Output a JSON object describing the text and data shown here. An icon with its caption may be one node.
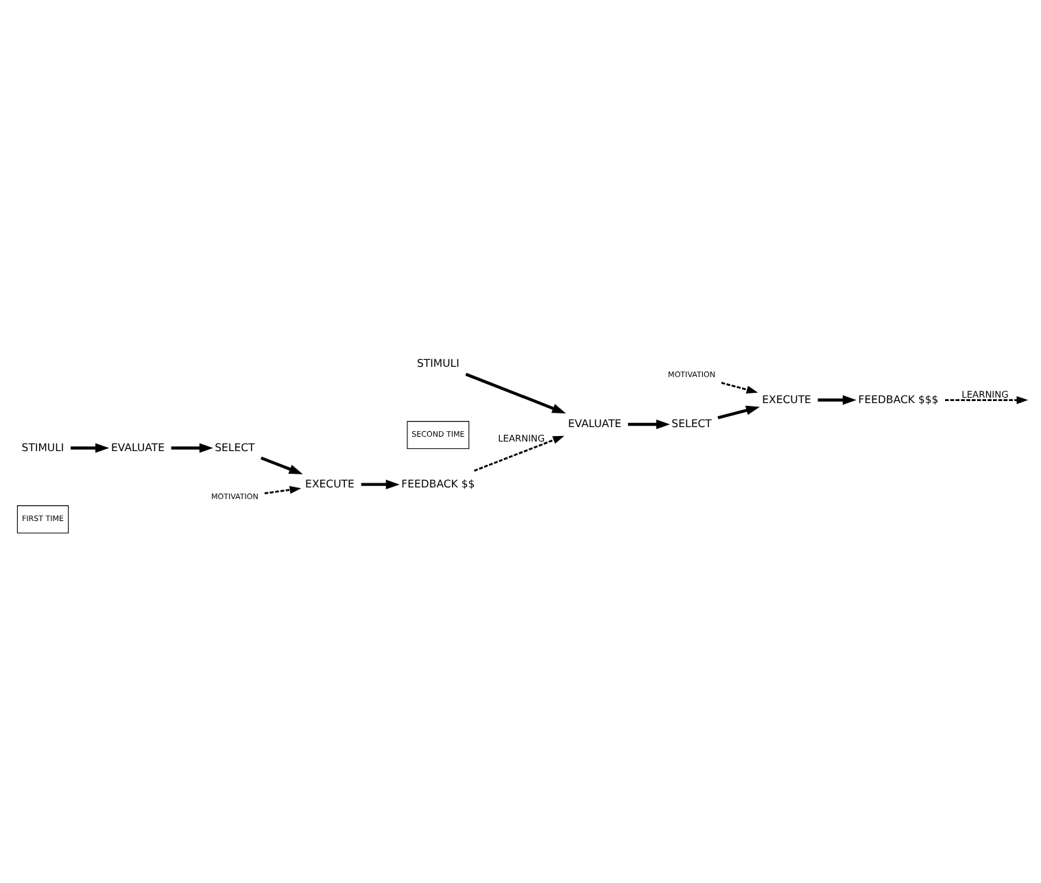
{
  "diagram": {
    "nodes": [
      {
        "text": [
          "EXECUTE"
        ]
      },
      {
        "text": [
          "FEEDBACK $$"
        ]
      },
      {
        "text": [
          "EVALUATE"
        ]
      },
      {
        "text": [
          "SELECT"
        ]
      },
      {
        "text": [
          "MOTIVATION"
        ]
      },
      {
        "text": [
          "STIMULI"
        ]
      },
      {
        "text": [
          "FIRST TIME"
        ]
      },
      {
        "text": [
          "EXECUTE"
        ]
      },
      {
        "text": [
          "FEEDBACK $$$"
        ]
      },
      {
        "text": [
          "EVALUATE"
        ]
      },
      {
        "text": [
          "SELECT"
        ]
      },
      {
        "text": [
          "MOTIVATION"
        ]
      },
      {
        "text": [
          "STIMULI"
        ]
      },
      {
        "text": [
          "SECOND TIME"
        ]
      }
    ],
    "edges": [
      {
        "from": 3,
        "to": 0,
        "arrow": "to"
      },
      {
        "from": 0,
        "to": 1,
        "arrow": "to"
      },
      {
        "from": 2,
        "to": 3,
        "arrow": "to"
      },
      {
        "from": 4,
        "to": 0,
        "arrow": "to",
        "style": "dashed"
      },
      {
        "from": 5,
        "to": 2,
        "arrow": "to"
      },
      {
        "from": 1,
        "to": 9,
        "arrow": "to",
        "label": "LEARNING",
        "style": "dashed"
      },
      {
        "from": 10,
        "to": 7,
        "arrow": "to"
      },
      {
        "from": 7,
        "to": 8,
        "arrow": "to"
      },
      {
        "from": 9,
        "to": 10,
        "arrow": "to"
      },
      {
        "from": 11,
        "to": 7,
        "arrow": "to",
        "style": "dashed"
      },
      {
        "from": 12,
        "to": 9,
        "arrow": "to"
      },
      {
        "from": 8,
        "to": null,
        "arrow": "to",
        "label": "LEARNING",
        "style": "dashed"
      }
    ]
  }
}
